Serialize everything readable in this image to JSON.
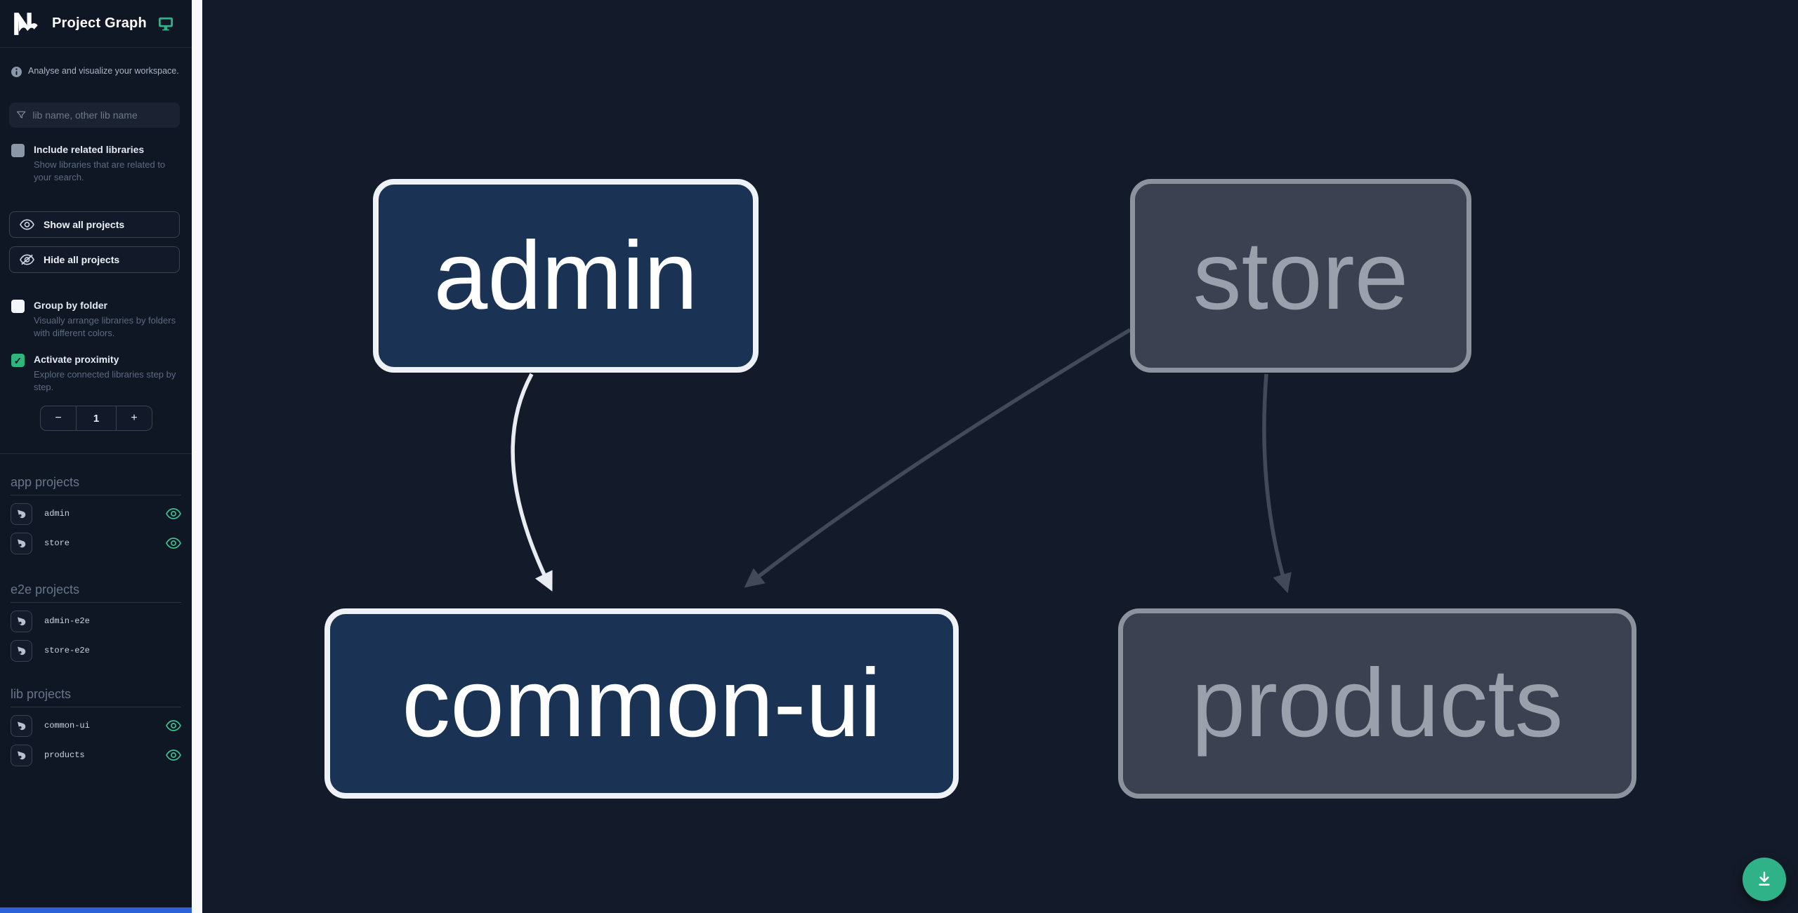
{
  "app": {
    "title": "Project Graph",
    "subtitle": "Analyse and visualize your workspace."
  },
  "search": {
    "placeholder": "lib name, other lib name"
  },
  "options": [
    {
      "label": "Include related libraries",
      "description": "Show libraries that are related to your search.",
      "checked": false
    },
    {
      "label": "Group by folder",
      "description": "Visually arrange libraries by folders with different colors.",
      "checked": false
    },
    {
      "label": "Activate proximity",
      "description": "Explore connected libraries step by step.",
      "checked": true
    }
  ],
  "actions": {
    "show_all": "Show all projects",
    "hide_all": "Hide all projects"
  },
  "stepper": {
    "decrement": "−",
    "value": "1",
    "increment": "+"
  },
  "sections": [
    {
      "heading": "app projects",
      "items": [
        {
          "name": "admin",
          "visible": true
        },
        {
          "name": "store",
          "visible": true
        }
      ]
    },
    {
      "heading": "e2e projects",
      "items": [
        {
          "name": "admin-e2e",
          "visible": false
        },
        {
          "name": "store-e2e",
          "visible": false
        }
      ]
    },
    {
      "heading": "lib projects",
      "items": [
        {
          "name": "common-ui",
          "visible": true
        },
        {
          "name": "products",
          "visible": true
        }
      ]
    }
  ],
  "graph": {
    "nodes": [
      {
        "id": "admin",
        "label": "admin",
        "state": "focused"
      },
      {
        "id": "store",
        "label": "store",
        "state": "dimmed"
      },
      {
        "id": "common-ui",
        "label": "common-ui",
        "state": "focused"
      },
      {
        "id": "products",
        "label": "products",
        "state": "dimmed"
      }
    ],
    "edges": [
      {
        "source": "admin",
        "target": "common-ui",
        "style": "highlighted"
      },
      {
        "source": "store",
        "target": "common-ui",
        "style": "dimmed"
      },
      {
        "source": "store",
        "target": "products",
        "style": "dimmed"
      }
    ]
  },
  "checkmark": "✓",
  "colors": {
    "sidebar_bg": "#0f1624",
    "canvas_bg": "#131a29",
    "accent_green": "#2fb287",
    "eye_green": "#3cc08d",
    "node_focused_bg": "#1a3355",
    "node_focused_border": "#eef2f6",
    "node_dimmed_bg": "#3b4150",
    "node_dimmed_border": "#8d939e",
    "edge_highlighted": "#e9edf2",
    "edge_dimmed": "#424a59",
    "divider_white": "#f7f9fa",
    "bottom_bar_blue": "#2b62d9"
  }
}
